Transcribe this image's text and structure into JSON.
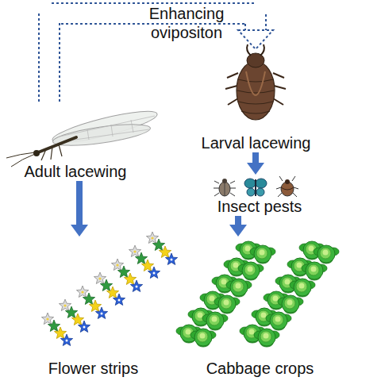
{
  "diagram": {
    "nodes": [
      {
        "text": [
          "Adult lacewing"
        ]
      },
      {
        "text": [
          "Larval lacewing"
        ]
      },
      {
        "text": [
          "Insect pests"
        ]
      },
      {
        "text": [
          "Flower strips"
        ]
      },
      {
        "text": [
          "Cabbage crops"
        ]
      }
    ],
    "edges": [
      {
        "from": 0,
        "to": 3,
        "arrow": "to"
      },
      {
        "from": 1,
        "to": 2,
        "arrow": "to"
      },
      {
        "from": 2,
        "to": 4,
        "arrow": "to"
      },
      {
        "from": 0,
        "to": 1,
        "arrow": "to",
        "label": "Enhancing ovipositon"
      }
    ]
  }
}
